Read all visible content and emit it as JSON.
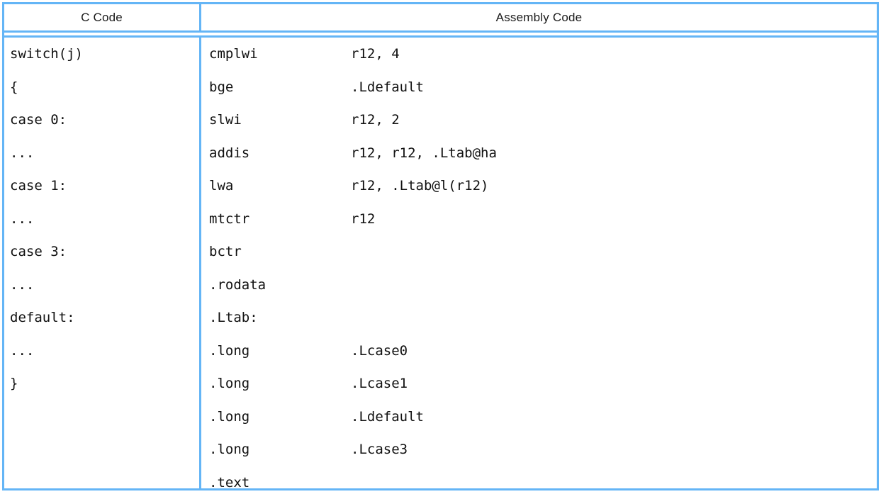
{
  "table": {
    "headers": {
      "c_code": "C Code",
      "assembly_code": "Assembly Code"
    },
    "border_color": "#64b5f6",
    "text_color": "#111111",
    "c_lines": [
      "switch(j)",
      "{",
      "case 0:",
      "...",
      "case 1:",
      "...",
      "case 3:",
      "...",
      "default:",
      "...",
      "}",
      "",
      "",
      ""
    ],
    "asm_lines": [
      {
        "mnemonic": "cmplwi",
        "operand": "r12, 4"
      },
      {
        "mnemonic": "bge",
        "operand": ".Ldefault"
      },
      {
        "mnemonic": "slwi",
        "operand": "r12, 2"
      },
      {
        "mnemonic": "addis",
        "operand": "r12, r12, .Ltab@ha"
      },
      {
        "mnemonic": "lwa",
        "operand": "r12, .Ltab@l(r12)"
      },
      {
        "mnemonic": "mtctr",
        "operand": "r12"
      },
      {
        "mnemonic": "bctr",
        "operand": ""
      },
      {
        "mnemonic": ".rodata",
        "operand": ""
      },
      {
        "mnemonic": ".Ltab:",
        "operand": ""
      },
      {
        "mnemonic": ".long",
        "operand": ".Lcase0"
      },
      {
        "mnemonic": ".long",
        "operand": ".Lcase1"
      },
      {
        "mnemonic": ".long",
        "operand": ".Ldefault"
      },
      {
        "mnemonic": ".long",
        "operand": ".Lcase3"
      },
      {
        "mnemonic": ".text",
        "operand": ""
      }
    ]
  }
}
